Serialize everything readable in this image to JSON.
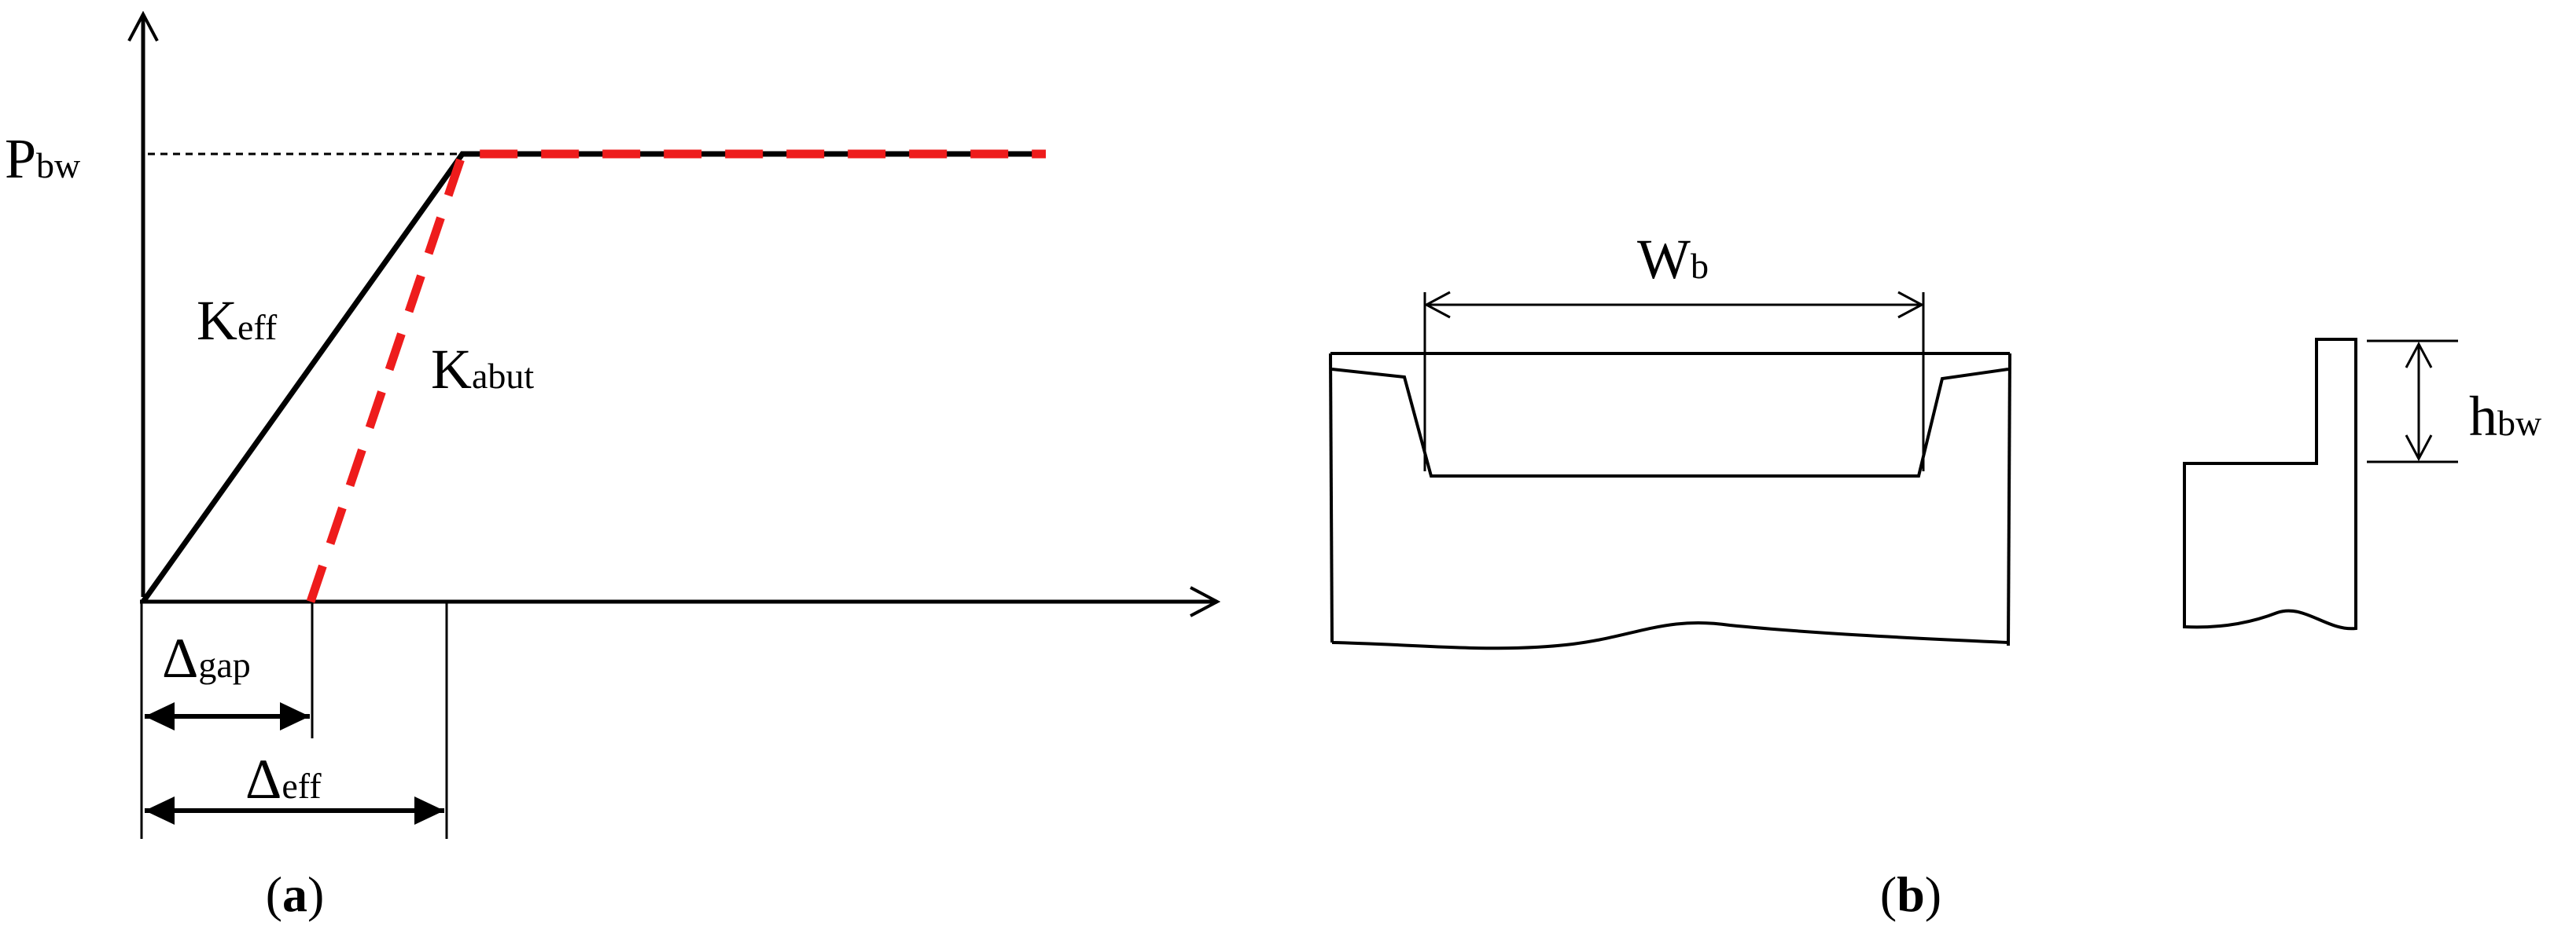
{
  "panel_a": {
    "caption_letter": "a",
    "y_axis_label": {
      "main": "P",
      "sub": "bw"
    },
    "curve_effective": {
      "main": "K",
      "sub": "eff"
    },
    "curve_abutment": {
      "main": "K",
      "sub": "abut"
    },
    "gap_dimension": {
      "main": "Δ",
      "sub": "gap"
    },
    "effective_dimension": {
      "main": "Δ",
      "sub": "eff"
    }
  },
  "panel_b": {
    "caption_letter": "b",
    "backwall_width": {
      "main": "W",
      "sub": "b"
    },
    "backwall_height": {
      "main": "h",
      "sub": "bw"
    }
  },
  "colors": {
    "line": "#000000",
    "abutment_curve": "#ee1c1c"
  }
}
